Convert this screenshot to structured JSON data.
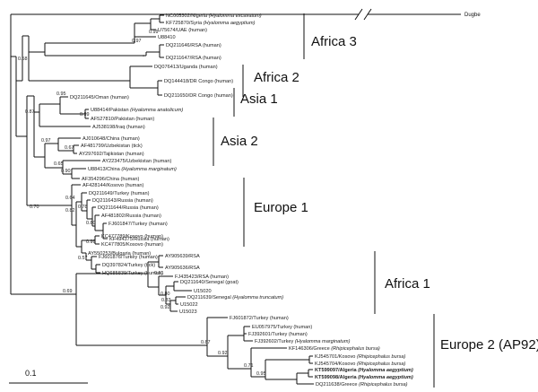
{
  "root_label": "Dugbe",
  "scale": "0.1",
  "clades": [
    {
      "name": "Africa 3"
    },
    {
      "name": "Africa 2"
    },
    {
      "name": "Asia 1"
    },
    {
      "name": "Asia 2"
    },
    {
      "name": "Europe 1"
    },
    {
      "name": "Africa 1"
    },
    {
      "name": "Europe 2 (AP92)"
    }
  ],
  "tips": [
    {
      "name": "NC005302/Nigeria ",
      "host": "(Hyalomma excavatum)"
    },
    {
      "name": "KF725870/Syria ",
      "host": "(Hyalomma aegyptium)"
    },
    {
      "name": "U75674/UAE (human)",
      "host": ""
    },
    {
      "name": "U88410",
      "host": ""
    },
    {
      "name": "DQ211646/RSA (human)",
      "host": ""
    },
    {
      "name": "DQ211647/RSA (human)",
      "host": ""
    },
    {
      "name": "DQ076413/Uganda (human)",
      "host": ""
    },
    {
      "name": "DQ144418/DR Congo (human)",
      "host": ""
    },
    {
      "name": "DQ211650/DR Congo (human)",
      "host": ""
    },
    {
      "name": "DQ211645/Oman (human)",
      "host": ""
    },
    {
      "name": "U88414/Pakistan ",
      "host": "(Hyalomma anatolicum)"
    },
    {
      "name": "AF527810/Pakistan (human)",
      "host": ""
    },
    {
      "name": "AJ538198/Iraq (human)",
      "host": ""
    },
    {
      "name": "AJ010648/China (human)",
      "host": ""
    },
    {
      "name": "AF481799/Uzbekistan (tick)",
      "host": ""
    },
    {
      "name": "AY297692/Tajikistan (human)",
      "host": ""
    },
    {
      "name": "AY223475/Uzbekistan (human)",
      "host": ""
    },
    {
      "name": "U88413/China ",
      "host": "(Hyalomma marginatum)"
    },
    {
      "name": "AF354296/China (human)",
      "host": ""
    },
    {
      "name": "AF428144/Kosovo (human)",
      "host": ""
    },
    {
      "name": "DQ211649/Turkey (human)",
      "host": ""
    },
    {
      "name": "DQ211643/Russia (human)",
      "host": ""
    },
    {
      "name": "DQ211644/Russia (human)",
      "host": ""
    },
    {
      "name": "AF481802/Russia (human)",
      "host": ""
    },
    {
      "name": "FJ601847/Turkey (human)",
      "host": ""
    },
    {
      "name": "KF494375/Russia (human)",
      "host": ""
    },
    {
      "name": "KC477789/Kosovo (human)",
      "host": ""
    },
    {
      "name": "KC477805/Kosovo (human)",
      "host": ""
    },
    {
      "name": "AY550253/Bulgaria (human)",
      "host": ""
    },
    {
      "name": "FJ601876/Turkey (human)",
      "host": ""
    },
    {
      "name": "DQ397824/Turkey (tick)",
      "host": ""
    },
    {
      "name": "HQ685839/Turkey (human)",
      "host": ""
    },
    {
      "name": "AY905639/RSA",
      "host": ""
    },
    {
      "name": "AY905636/RSA",
      "host": ""
    },
    {
      "name": "FJ435423/RSA (human)",
      "host": ""
    },
    {
      "name": "DQ211640/Senegal (goat)",
      "host": ""
    },
    {
      "name": "U15020",
      "host": ""
    },
    {
      "name": "DQ211639/Senegal ",
      "host": "(Hyalomma truncatum)"
    },
    {
      "name": "U15022",
      "host": ""
    },
    {
      "name": "U15023",
      "host": ""
    },
    {
      "name": "FJ601872/Turkey (human)",
      "host": ""
    },
    {
      "name": "EU057975/Turkey (human)",
      "host": ""
    },
    {
      "name": "FJ392601/Turkey (human)",
      "host": ""
    },
    {
      "name": "FJ392602/Turkey ",
      "host": "(Hyalomma marginatum)"
    },
    {
      "name": "KF146306/Greece ",
      "host": "(Rhipicephalus bursa)"
    },
    {
      "name": "KJ545701/Kosovo ",
      "host": "(Rhipicephalus bursa)"
    },
    {
      "name": "KJ545704/Kosovo ",
      "host": "(Rhipicephalus bursa)"
    },
    {
      "name": "KT599097/Algeria ",
      "host": "(Hyalomma aegyptium)",
      "bold": true
    },
    {
      "name": "KT599098/Algeria ",
      "host": "(Hyalomma aegyptium)",
      "bold": true
    },
    {
      "name": "DQ211638/Greece ",
      "host": "(Rhipicephalus bursa)"
    }
  ],
  "support": [
    "0.58",
    "0.97",
    "0.99",
    "*",
    "0.95",
    "0.87",
    "0.99",
    "0.97",
    "0.67",
    "0.65",
    "0.90",
    "0.64",
    "0.82",
    "0.78",
    "0.80",
    "0.70",
    "0.99",
    "0.57",
    "0.69",
    "0.91",
    "0.80",
    "0.83",
    "0.92",
    "0.87",
    "0.92",
    "0.71",
    "0.95"
  ]
}
